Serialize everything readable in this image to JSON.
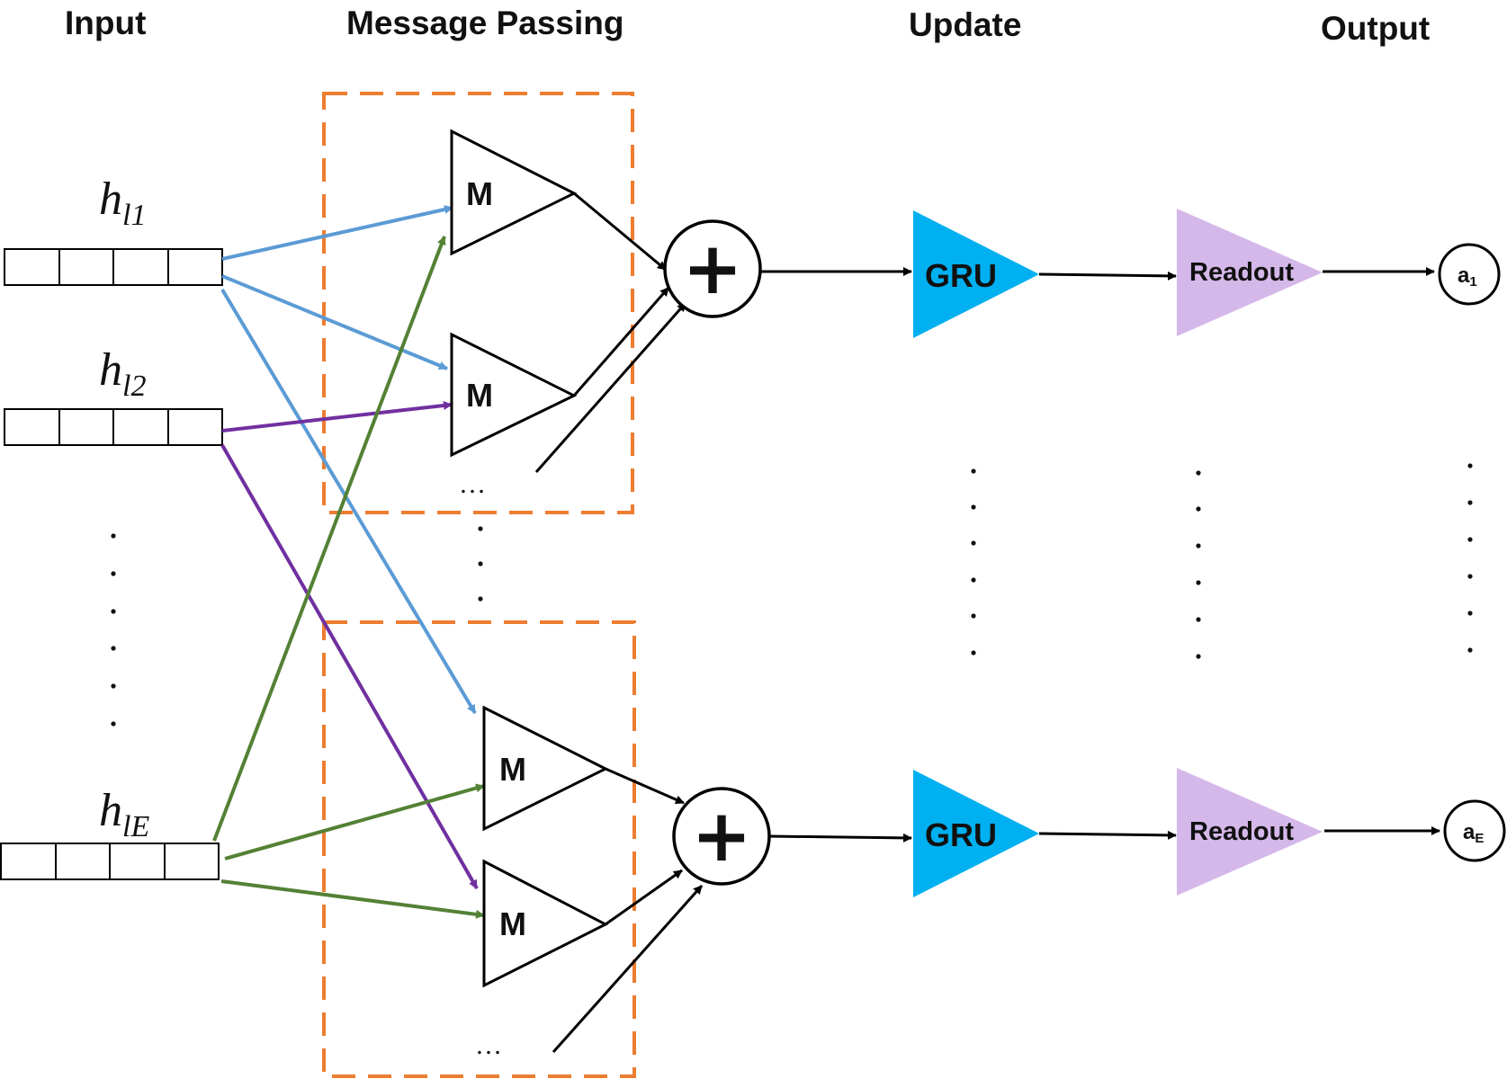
{
  "headers": {
    "input": "Input",
    "message_passing": "Message Passing",
    "update": "Update",
    "output": "Output"
  },
  "inputs": [
    {
      "var": "h",
      "sub": "l1"
    },
    {
      "var": "h",
      "sub": "l2"
    },
    {
      "var": "h",
      "sub": "lE"
    }
  ],
  "message_label": "M",
  "aggregate_symbol": "+",
  "ellipsis": "…",
  "gru_label": "GRU",
  "readout_label": "Readout",
  "outputs": [
    {
      "var": "a",
      "sub": "1"
    },
    {
      "var": "a",
      "sub": "E"
    }
  ],
  "colors": {
    "blue_edge": "#5b9bd5",
    "purple_edge": "#7030a0",
    "green_edge": "#538135",
    "dashed_box": "#ed7d31",
    "gru_fill": "#00b0f0",
    "readout_fill": "#d5b8ea"
  }
}
